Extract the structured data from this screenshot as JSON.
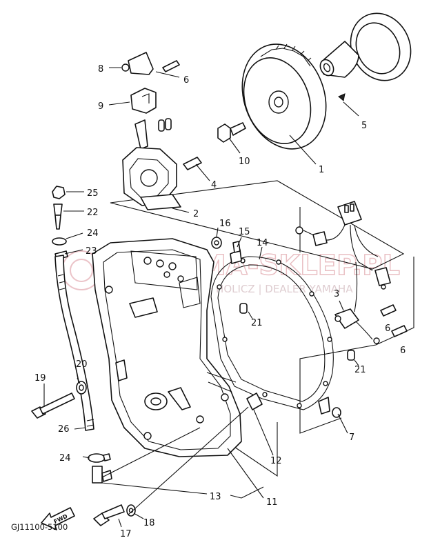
{
  "diagram": {
    "callouts": [
      {
        "id": "c1",
        "label": "1"
      },
      {
        "id": "c2",
        "label": "2"
      },
      {
        "id": "c3",
        "label": "3"
      },
      {
        "id": "c4",
        "label": "4"
      },
      {
        "id": "c5",
        "label": "5"
      },
      {
        "id": "c6a",
        "label": "6"
      },
      {
        "id": "c6b",
        "label": "6"
      },
      {
        "id": "c6c",
        "label": "6"
      },
      {
        "id": "c7",
        "label": "7"
      },
      {
        "id": "c8",
        "label": "8"
      },
      {
        "id": "c9",
        "label": "9"
      },
      {
        "id": "c10",
        "label": "10"
      },
      {
        "id": "c11",
        "label": "11"
      },
      {
        "id": "c12",
        "label": "12"
      },
      {
        "id": "c13",
        "label": "13"
      },
      {
        "id": "c14",
        "label": "14"
      },
      {
        "id": "c15",
        "label": "15"
      },
      {
        "id": "c16",
        "label": "16"
      },
      {
        "id": "c17",
        "label": "17"
      },
      {
        "id": "c18",
        "label": "18"
      },
      {
        "id": "c19",
        "label": "19"
      },
      {
        "id": "c20",
        "label": "20"
      },
      {
        "id": "c21a",
        "label": "21"
      },
      {
        "id": "c21b",
        "label": "21"
      },
      {
        "id": "c22",
        "label": "22"
      },
      {
        "id": "c23",
        "label": "23"
      },
      {
        "id": "c24a",
        "label": "24"
      },
      {
        "id": "c24b",
        "label": "24"
      },
      {
        "id": "c25",
        "label": "25"
      },
      {
        "id": "c26",
        "label": "26"
      }
    ],
    "code": "GJ11100-5100",
    "fwd_label": "FWD"
  },
  "watermark": {
    "main": "MA-SKLEP.PL",
    "sub": "HURT · HOLICZ | DEALER YAMAHA",
    "color": "#e2aab0"
  }
}
